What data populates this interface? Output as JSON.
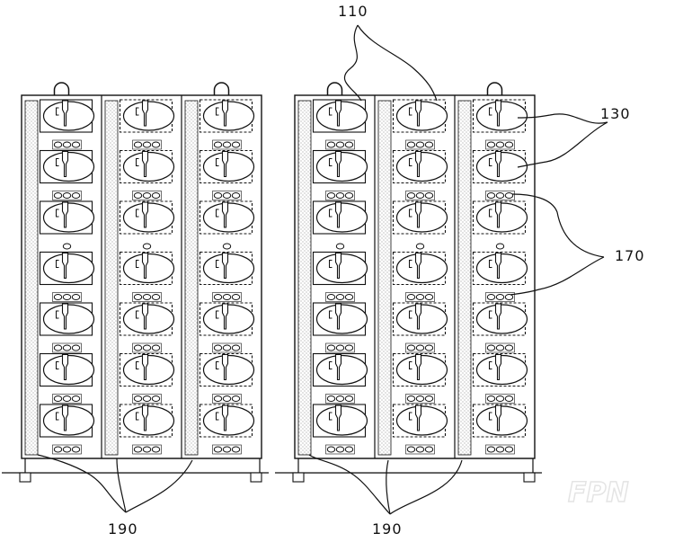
{
  "labels": {
    "ref_110": "110",
    "ref_130": "130",
    "ref_170": "170",
    "ref_190_left": "190",
    "ref_190_right": "190"
  },
  "watermark": {
    "text": "FPN"
  },
  "racks": [
    {
      "name": "left-rack",
      "columns": 3,
      "rows": 7
    },
    {
      "name": "right-rack",
      "columns": 3,
      "rows": 7
    }
  ],
  "colors": {
    "line": "#111111",
    "shade": "#e2e2e2",
    "background": "#ffffff"
  }
}
